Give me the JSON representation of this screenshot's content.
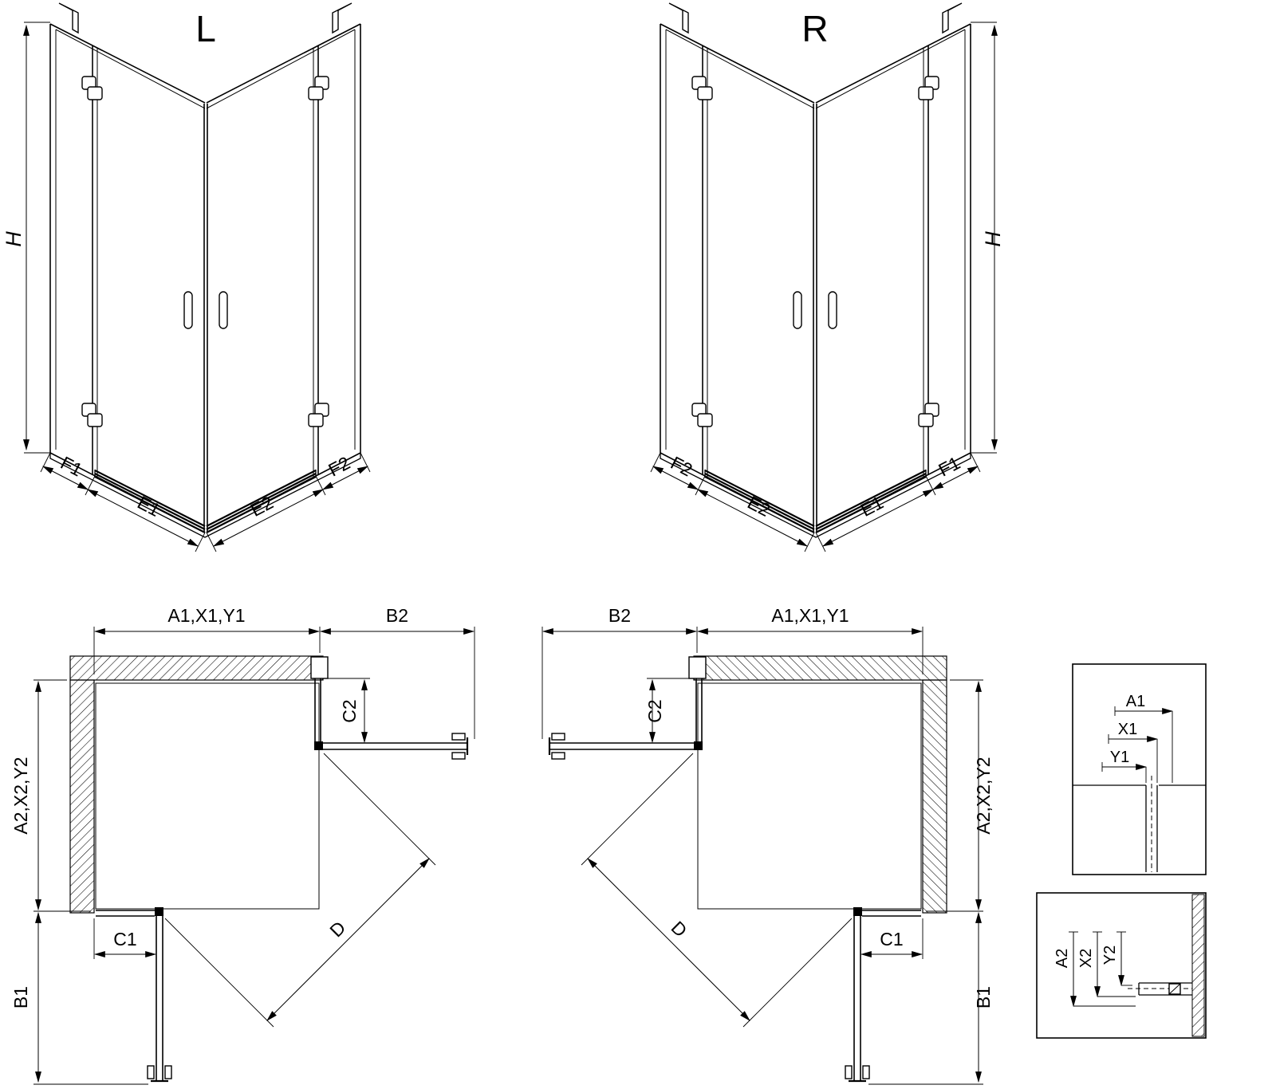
{
  "drawing": {
    "background": "#ffffff",
    "line_color": "#000000"
  },
  "iso_views": {
    "left": {
      "label": "L",
      "h": "H",
      "f1": "F1",
      "e1": "E1",
      "e2": "E2",
      "f2": "F2"
    },
    "right": {
      "label": "R",
      "h": "H",
      "f1": "F1",
      "e1": "E1",
      "e2": "E2",
      "f2": "F2"
    }
  },
  "plan_views": {
    "left": {
      "width_label": "A1,X1,Y1",
      "b2": "B2",
      "c2": "C2",
      "depth_label": "A2,X2,Y2",
      "c1": "C1",
      "b1": "B1",
      "d": "D"
    },
    "right": {
      "width_label": "A1,X1,Y1",
      "b2": "B2",
      "c2": "C2",
      "depth_label": "A2,X2,Y2",
      "c1": "C1",
      "b1": "B1",
      "d": "D"
    }
  },
  "details": {
    "horizontal": {
      "a1": "A1",
      "x1": "X1",
      "y1": "Y1"
    },
    "vertical": {
      "a2": "A2",
      "x2": "X2",
      "y2": "Y2"
    }
  }
}
